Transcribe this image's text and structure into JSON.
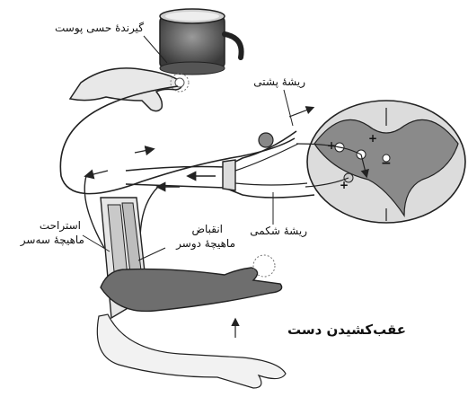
{
  "labels": {
    "skin_receptor": "گیرندهٔ حسی پوست",
    "dorsal_root": "ریشهٔ پشتی",
    "ventral_root": "ریشهٔ شکمی",
    "biceps_contraction_line1": "انقباض",
    "biceps_contraction_line2": "ماهیچهٔ دوسر",
    "triceps_relaxation_line1": "استراحت",
    "triceps_relaxation_line2": "ماهیچهٔ سه‌سر",
    "withdrawal": "عقب‌کشیدن دست"
  },
  "spinal_cord_symbols": {
    "plus": "+",
    "minus": "−"
  },
  "colors": {
    "line": "#222222",
    "gray_matter": "#8a8a8a",
    "white_matter": "#dcdcdc",
    "skin": "#e8e8e8",
    "arm_dark": "#6e6e6e",
    "muscle_light": "#c9c9c9"
  }
}
